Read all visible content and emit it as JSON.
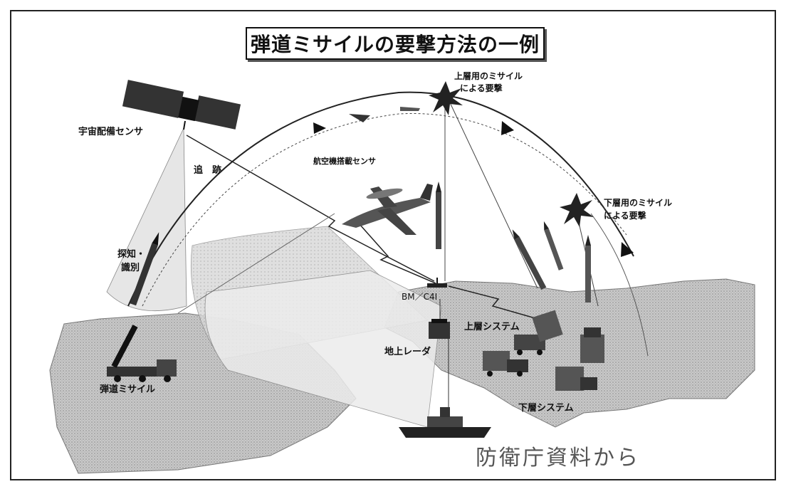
{
  "title": "弾道ミサイルの要撃方法の一例",
  "source": "防衛庁資料から",
  "labels": {
    "space_sensor": "宇宙配備センサ",
    "tracking": "追　跡",
    "airborne_sensor": "航空機搭載センサ",
    "upper_intercept_line1": "上層用のミサイル",
    "upper_intercept_line2": "による要撃",
    "lower_intercept_line1": "下層用のミサイル",
    "lower_intercept_line2": "による要撃",
    "detect_line1": "探知・",
    "detect_line2": "識別",
    "bmc4i": "BM／C4I",
    "upper_system": "上層システム",
    "ground_radar": "地上レーダ",
    "lower_system": "下層システム",
    "ballistic_missile": "弾道ミサイル"
  }
}
